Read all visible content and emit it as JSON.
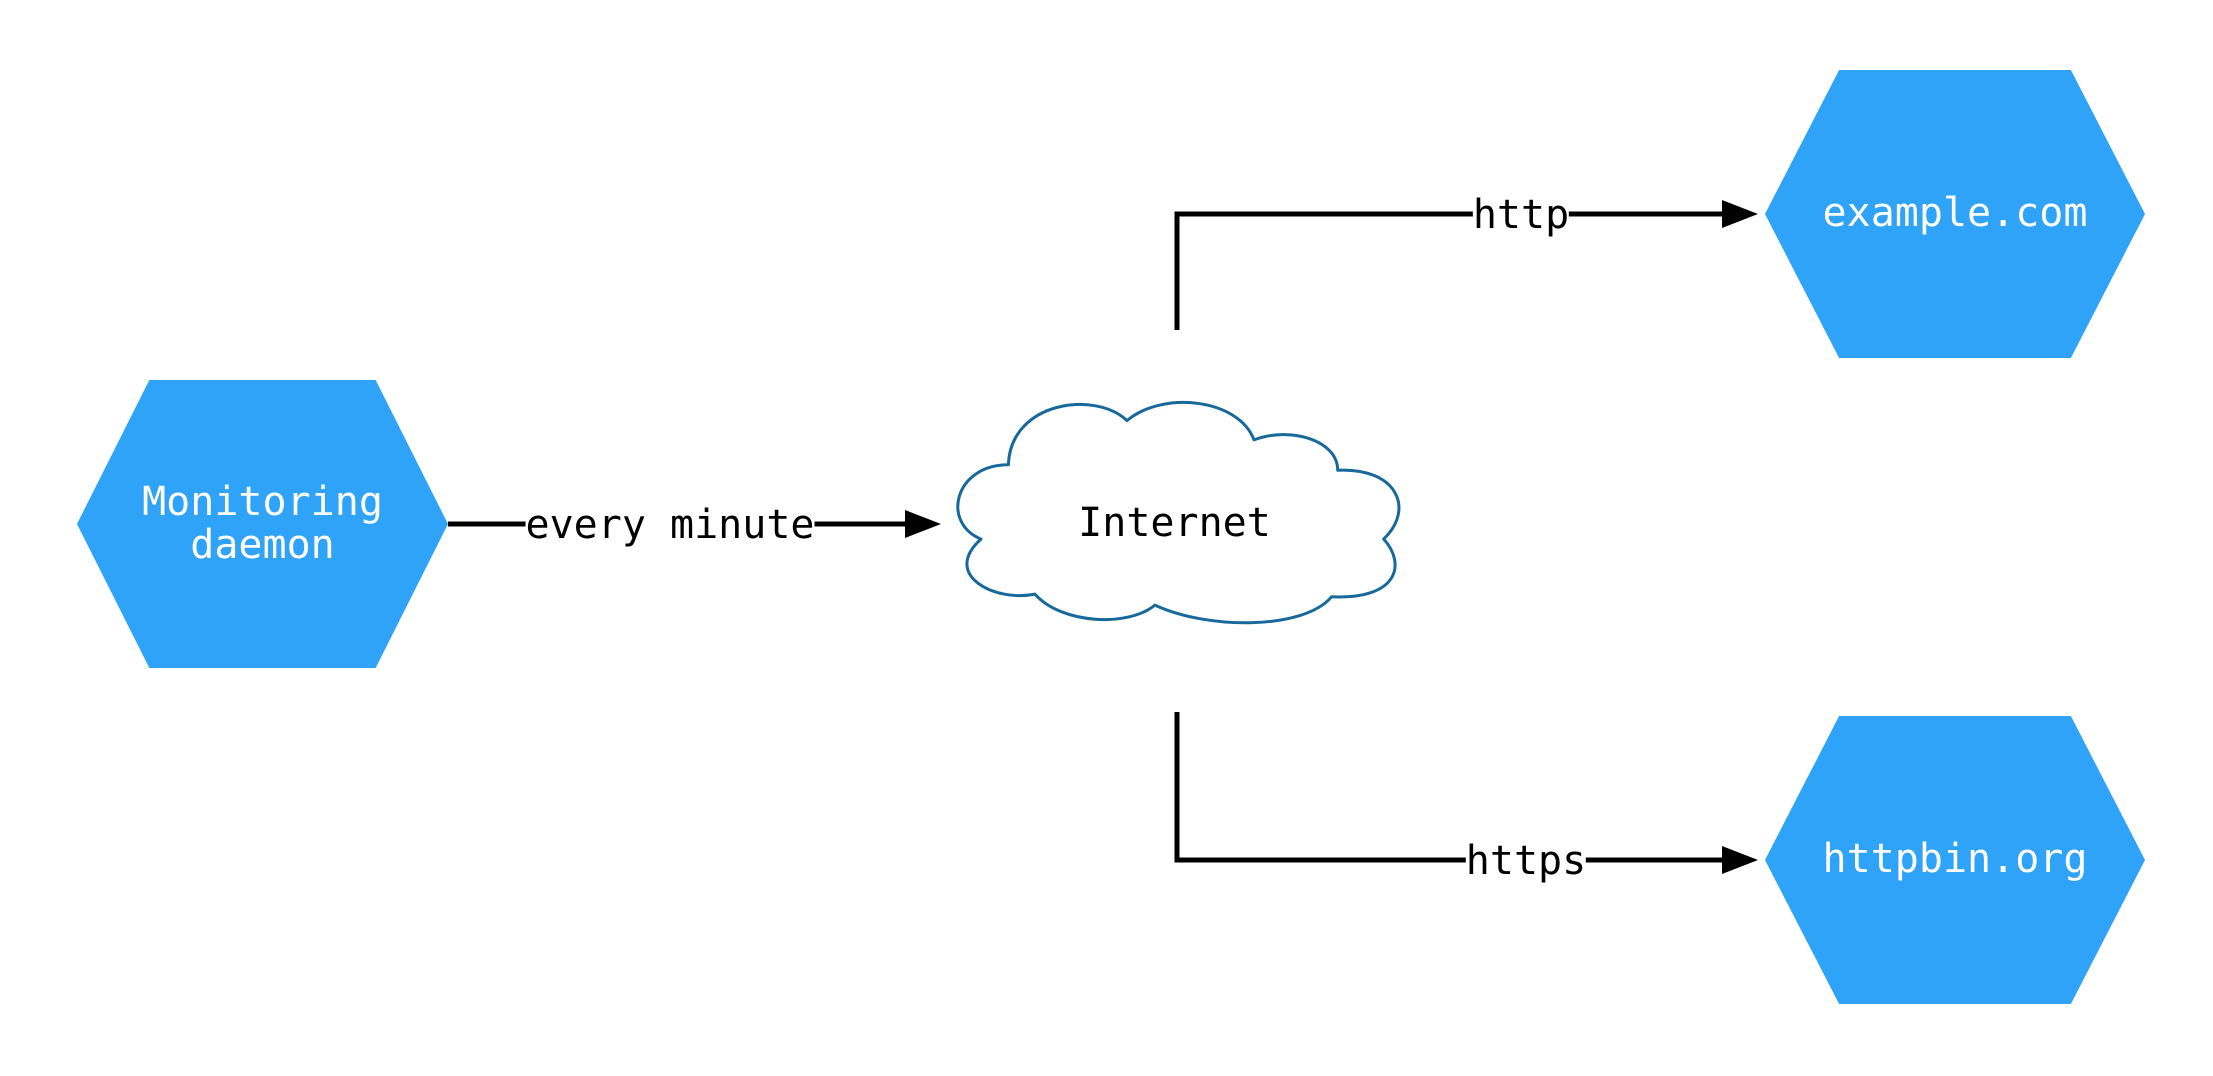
{
  "diagram": {
    "nodes": {
      "monitoring": {
        "label": "Monitoring\ndaemon",
        "shape": "hexagon"
      },
      "internet": {
        "label": "Internet",
        "shape": "cloud"
      },
      "example": {
        "label": "example.com",
        "shape": "hexagon"
      },
      "httpbin": {
        "label": "httpbin.org",
        "shape": "hexagon"
      }
    },
    "edges": [
      {
        "id": "every-minute",
        "from": "monitoring",
        "to": "internet",
        "label": "every minute"
      },
      {
        "id": "http",
        "from": "internet",
        "to": "example",
        "label": "http"
      },
      {
        "id": "https",
        "from": "internet",
        "to": "httpbin",
        "label": "https"
      }
    ],
    "colors": {
      "node_fill": "#2EA3F8",
      "node_text": "#FFFFFF",
      "cloud_stroke": "#17689B",
      "edge_color": "#000000",
      "background": "#FFFFFF"
    }
  }
}
